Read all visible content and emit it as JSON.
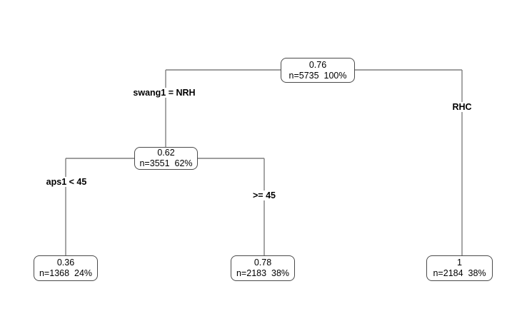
{
  "tree": {
    "root": {
      "value": "0.76",
      "stats": "n=5735  100%"
    },
    "internal": {
      "value": "0.62",
      "stats": "n=3551  62%"
    },
    "leaf_left": {
      "value": "0.36",
      "stats": "n=1368  24%"
    },
    "leaf_middle": {
      "value": "0.78",
      "stats": "n=2183  38%"
    },
    "leaf_right": {
      "value": "1",
      "stats": "n=2184  38%"
    },
    "split_labels": {
      "root_left": "swang1 = NRH",
      "root_right": "RHC",
      "internal_left": "aps1 < 45",
      "internal_right": ">= 45"
    }
  },
  "colors": {
    "branch_line": "#7f7f7f",
    "node_border": "#4a4a4a",
    "node_fill": "#ffffff",
    "text": "#000000"
  }
}
